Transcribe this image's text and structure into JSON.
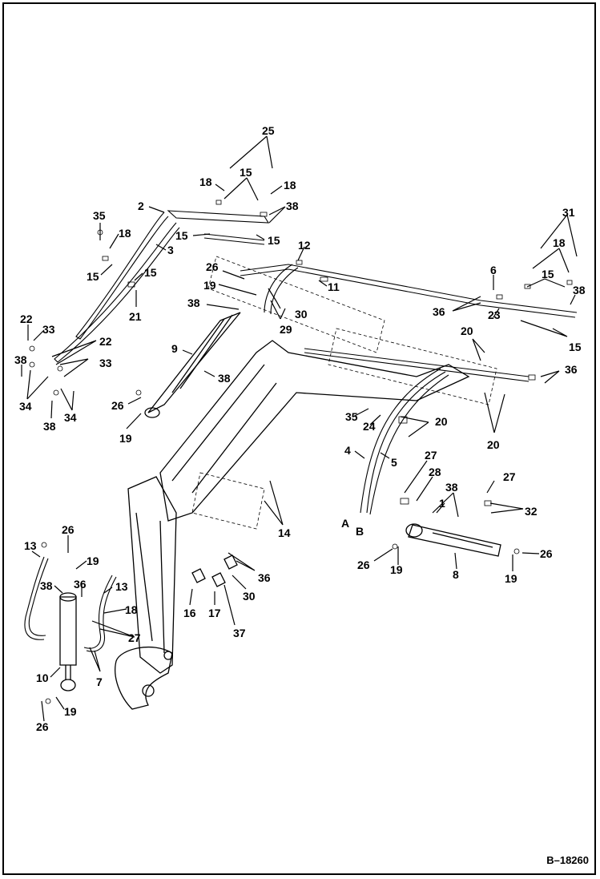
{
  "figure_ref": "B–18260",
  "callouts": [
    {
      "id": "c25",
      "text": "25"
    },
    {
      "id": "c15a",
      "text": "15"
    },
    {
      "id": "c18a",
      "text": "18"
    },
    {
      "id": "c18b",
      "text": "18"
    },
    {
      "id": "c38a",
      "text": "38"
    },
    {
      "id": "c2",
      "text": "2"
    },
    {
      "id": "c35a",
      "text": "35"
    },
    {
      "id": "c18c",
      "text": "18"
    },
    {
      "id": "c3",
      "text": "3"
    },
    {
      "id": "c15b",
      "text": "15"
    },
    {
      "id": "c15c",
      "text": "15"
    },
    {
      "id": "c12",
      "text": "12"
    },
    {
      "id": "c15d",
      "text": "15"
    },
    {
      "id": "c15e",
      "text": "15"
    },
    {
      "id": "c21",
      "text": "21"
    },
    {
      "id": "c26a",
      "text": "26"
    },
    {
      "id": "c19a",
      "text": "19"
    },
    {
      "id": "c11",
      "text": "11"
    },
    {
      "id": "c38b",
      "text": "38"
    },
    {
      "id": "c30a",
      "text": "30"
    },
    {
      "id": "c29",
      "text": "29"
    },
    {
      "id": "c22a",
      "text": "22"
    },
    {
      "id": "c33a",
      "text": "33"
    },
    {
      "id": "c22b",
      "text": "22"
    },
    {
      "id": "c38c",
      "text": "38"
    },
    {
      "id": "c33b",
      "text": "33"
    },
    {
      "id": "c34a",
      "text": "34"
    },
    {
      "id": "c34b",
      "text": "34"
    },
    {
      "id": "c38d",
      "text": "38"
    },
    {
      "id": "c9",
      "text": "9"
    },
    {
      "id": "c38e",
      "text": "38"
    },
    {
      "id": "c26b",
      "text": "26"
    },
    {
      "id": "c19b",
      "text": "19"
    },
    {
      "id": "c31",
      "text": "31"
    },
    {
      "id": "c18d",
      "text": "18"
    },
    {
      "id": "c6",
      "text": "6"
    },
    {
      "id": "c15f",
      "text": "15"
    },
    {
      "id": "c38f",
      "text": "38"
    },
    {
      "id": "c36a",
      "text": "36"
    },
    {
      "id": "c23",
      "text": "23"
    },
    {
      "id": "c20a",
      "text": "20"
    },
    {
      "id": "c15g",
      "text": "15"
    },
    {
      "id": "c36b",
      "text": "36"
    },
    {
      "id": "c35b",
      "text": "35"
    },
    {
      "id": "c24",
      "text": "24"
    },
    {
      "id": "c20b",
      "text": "20"
    },
    {
      "id": "c20c",
      "text": "20"
    },
    {
      "id": "c4",
      "text": "4"
    },
    {
      "id": "c5",
      "text": "5"
    },
    {
      "id": "c27a",
      "text": "27"
    },
    {
      "id": "c28",
      "text": "28"
    },
    {
      "id": "c38g",
      "text": "38"
    },
    {
      "id": "c27b",
      "text": "27"
    },
    {
      "id": "c1",
      "text": "1"
    },
    {
      "id": "c32",
      "text": "32"
    },
    {
      "id": "cA",
      "text": "A"
    },
    {
      "id": "cB",
      "text": "B"
    },
    {
      "id": "c14",
      "text": "14"
    },
    {
      "id": "c26c",
      "text": "26"
    },
    {
      "id": "c26d",
      "text": "26"
    },
    {
      "id": "c19c",
      "text": "19"
    },
    {
      "id": "c8",
      "text": "8"
    },
    {
      "id": "c19d",
      "text": "19"
    },
    {
      "id": "c13a",
      "text": "13"
    },
    {
      "id": "c26e",
      "text": "26"
    },
    {
      "id": "c19e",
      "text": "19"
    },
    {
      "id": "c38h",
      "text": "38"
    },
    {
      "id": "c36c",
      "text": "36"
    },
    {
      "id": "c13b",
      "text": "13"
    },
    {
      "id": "c16",
      "text": "16"
    },
    {
      "id": "c17",
      "text": "17"
    },
    {
      "id": "c30b",
      "text": "30"
    },
    {
      "id": "c37",
      "text": "37"
    },
    {
      "id": "c18e",
      "text": "18"
    },
    {
      "id": "c27c",
      "text": "27"
    },
    {
      "id": "c10",
      "text": "10"
    },
    {
      "id": "c7",
      "text": "7"
    },
    {
      "id": "c19f",
      "text": "19"
    },
    {
      "id": "c26f",
      "text": "26"
    },
    {
      "id": "c36d",
      "text": "36"
    }
  ]
}
